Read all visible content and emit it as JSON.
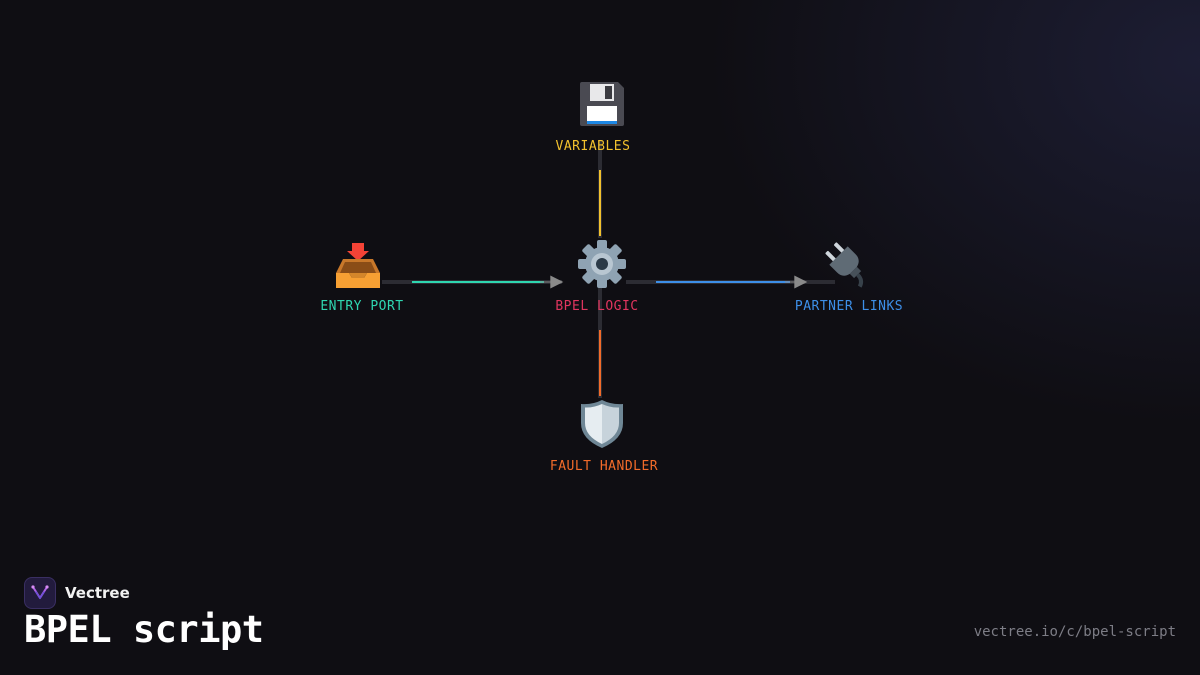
{
  "brand": {
    "name": "Vectree",
    "logo_icon": "vectree-logo-icon"
  },
  "page": {
    "title": "BPEL script",
    "url": "vectree.io/c/bpel-script"
  },
  "diagram": {
    "nodes": [
      {
        "id": "variables",
        "label": "VARIABLES",
        "icon": "floppy-disk-icon",
        "color": "#f2c12e"
      },
      {
        "id": "entry_port",
        "label": "ENTRY PORT",
        "icon": "inbox-tray-icon",
        "color": "#2fd6b0"
      },
      {
        "id": "bpel_logic",
        "label": "BPEL LOGIC",
        "icon": "gear-icon",
        "color": "#e0355f"
      },
      {
        "id": "partner_links",
        "label": "PARTNER LINKS",
        "icon": "electric-plug-icon",
        "color": "#3d8fe8"
      },
      {
        "id": "fault_handler",
        "label": "FAULT HANDLER",
        "icon": "shield-icon",
        "color": "#f26b2a"
      }
    ],
    "edges": [
      {
        "from": "entry_port",
        "to": "bpel_logic",
        "color": "#2fd6b0",
        "arrow": true
      },
      {
        "from": "bpel_logic",
        "to": "partner_links",
        "color": "#3d8fe8",
        "arrow": true
      },
      {
        "from": "variables",
        "to": "bpel_logic",
        "color": "#f2c12e",
        "arrow": false
      },
      {
        "from": "bpel_logic",
        "to": "fault_handler",
        "color": "#f26b2a",
        "arrow": false
      }
    ]
  }
}
